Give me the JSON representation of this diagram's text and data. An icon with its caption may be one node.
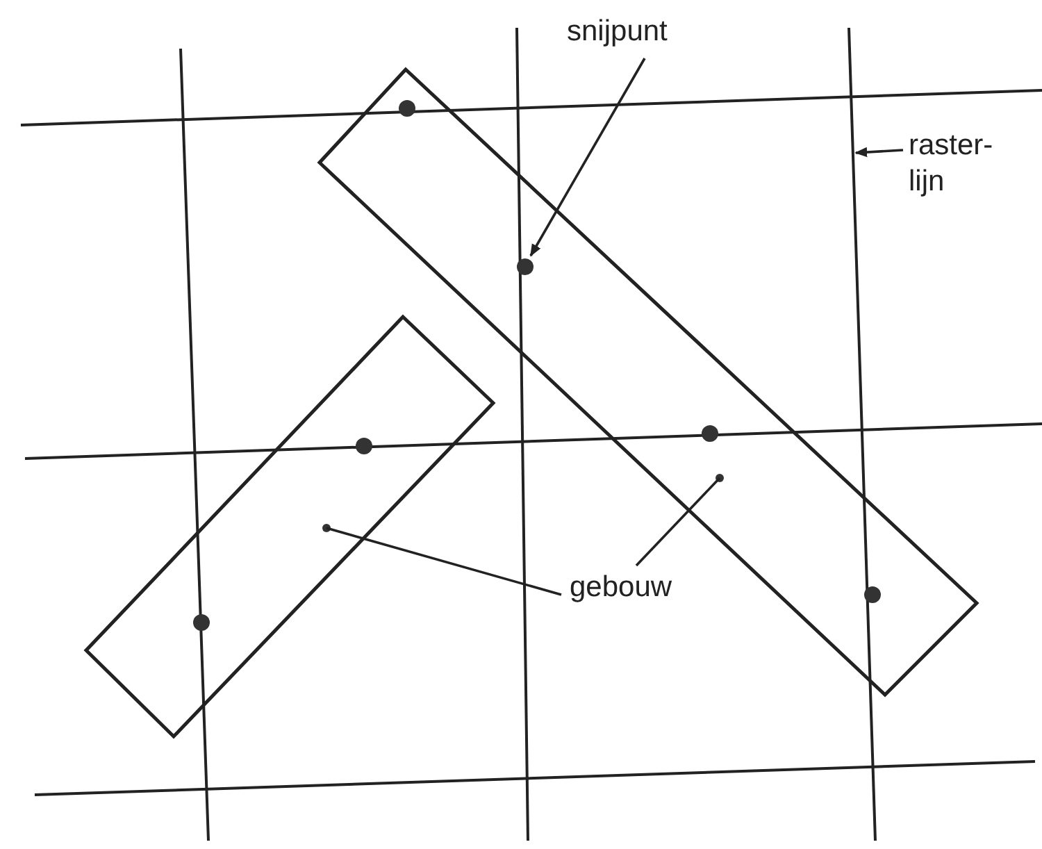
{
  "diagram": {
    "nodes": [
      {
        "text": [],
        "shape": "box"
      },
      {
        "text": [],
        "shape": "circle",
        "in": 0
      },
      {
        "text": [
          "snijpunt"
        ]
      },
      {
        "text": [],
        "shape": "circle",
        "in": 0
      },
      {
        "text": [
          "raster- lijn"
        ]
      },
      {
        "text": [],
        "shape": "box"
      },
      {
        "text": [],
        "shape": "circle",
        "in": 5
      },
      {
        "text": [],
        "shape": "circle",
        "in": 0
      },
      {
        "text": [
          "gebouw"
        ]
      },
      {
        "text": [],
        "shape": "circle",
        "in": 0
      },
      {
        "text": [],
        "shape": "circle",
        "in": 5
      }
    ],
    "edges": [
      {
        "from": 2,
        "to": 3,
        "arrow": "to"
      },
      {
        "from": 4,
        "to": null,
        "arrow": "to"
      },
      {
        "from": 8,
        "to": 5,
        "arrow": "none"
      },
      {
        "from": 8,
        "to": 0,
        "arrow": "none"
      }
    ]
  }
}
